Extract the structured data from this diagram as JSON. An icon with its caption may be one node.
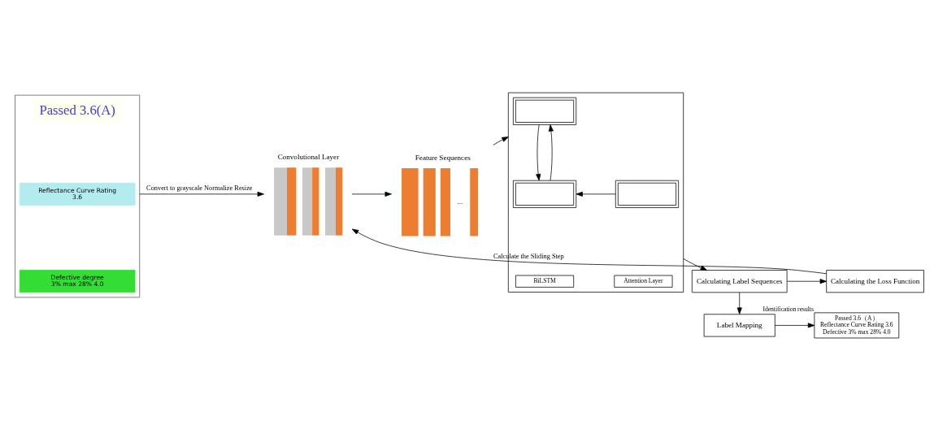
{
  "diagram": {
    "nodes": [
      {
        "text": [],
        "shape": "box"
      },
      {
        "text": [
          "Passed 3.6(A)"
        ],
        "in": 0
      },
      {
        "text": [
          "Reflectance Curve Rating",
          "3.6"
        ],
        "in": 0
      },
      {
        "text": [
          "Defective degree",
          "3% max 28% 4.0"
        ],
        "in": 0
      },
      {
        "text": [
          "Convolutional Layer"
        ]
      },
      {
        "text": [
          "Feature Sequences",
          "..."
        ]
      },
      {
        "text": [],
        "shape": "box"
      },
      {
        "text": [],
        "shape": "box",
        "in": 6
      },
      {
        "text": [],
        "shape": "box",
        "in": 6
      },
      {
        "text": [],
        "shape": "box",
        "in": 6
      },
      {
        "text": [
          "Attention Layer"
        ],
        "in": 6
      },
      {
        "text": [
          "BiLSTM"
        ],
        "in": 6
      },
      {
        "text": [
          "Calculating Label Sequences"
        ]
      },
      {
        "text": [
          "Calculating the Loss Function"
        ]
      },
      {
        "text": [
          "Label Mapping"
        ]
      },
      {
        "text": [
          "Passed 3.6（A）",
          "Reflectance Curve Rating 3.6",
          "Defective 3% max 28% 4.0"
        ],
        "beside": [
          "Identification results"
        ]
      }
    ],
    "edges": [
      {
        "from": 0,
        "to": 4,
        "arrow": "to",
        "label": "Convert to grayscale Normalize Resize"
      },
      {
        "from": 4,
        "to": 5,
        "arrow": "to"
      },
      {
        "from": 5,
        "to": 6,
        "arrow": "to"
      },
      {
        "from": 8,
        "to": 9,
        "arrow": "to"
      },
      {
        "from": 7,
        "to": 9,
        "arrow": "to"
      },
      {
        "from": 9,
        "to": 7,
        "arrow": "to"
      },
      {
        "from": 6,
        "to": 12,
        "arrow": "to"
      },
      {
        "from": 13,
        "to": 4,
        "arrow": "to",
        "label": "Calculate the Sliding Step"
      },
      {
        "from": 12,
        "to": 13,
        "arrow": "to"
      },
      {
        "from": 12,
        "to": 14,
        "arrow": "to"
      },
      {
        "from": 14,
        "to": 15,
        "arrow": "to"
      }
    ]
  }
}
